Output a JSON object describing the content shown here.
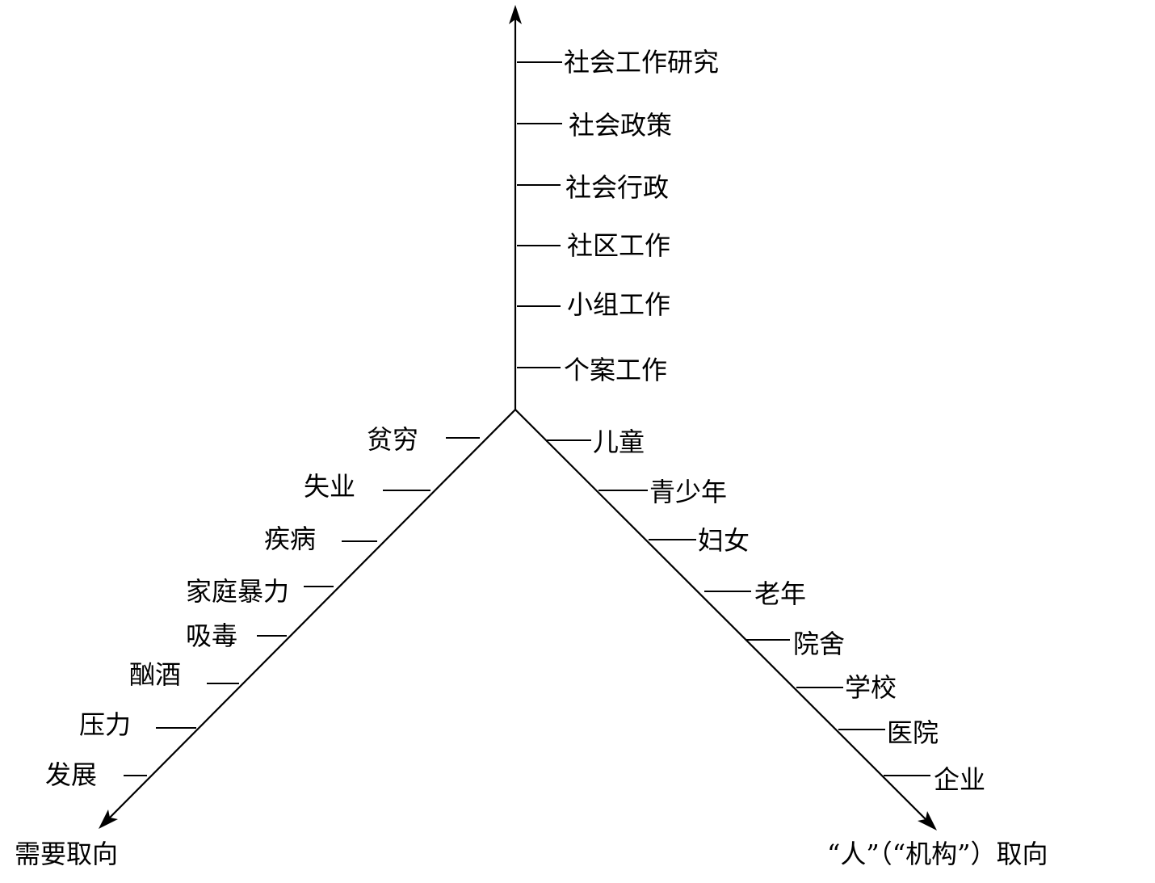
{
  "vertical_axis": {
    "items": [
      "社会工作研究",
      "社会政策",
      "社会行政",
      "社区工作",
      "小组工作",
      "个案工作"
    ]
  },
  "left_axis": {
    "label": "需要取向",
    "items": [
      "贫穷",
      "失业",
      "疾病",
      "家庭暴力",
      "吸毒",
      "酗酒",
      "压力",
      "发展"
    ]
  },
  "right_axis": {
    "label": "“人”（“机构”）取向",
    "items": [
      "儿童",
      "青少年",
      "妇女",
      "老年",
      "院舍",
      "学校",
      "医院",
      "企业"
    ]
  }
}
